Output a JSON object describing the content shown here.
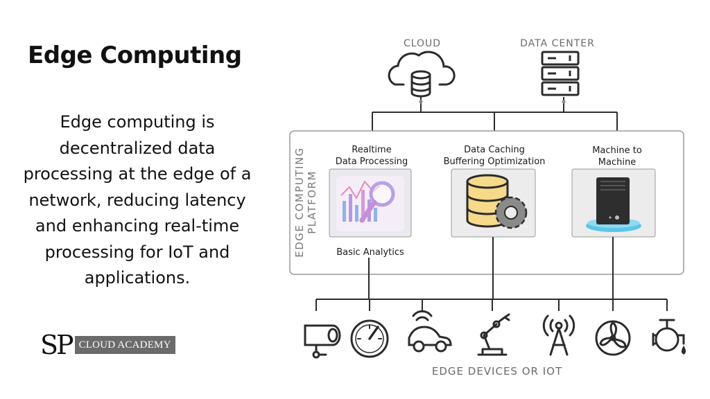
{
  "title": "Edge Computing",
  "description": "Edge computing is decentralized data processing at the edge of a network, reducing latency and enhancing real-time processing for IoT and applications.",
  "logo": {
    "mark": "SP",
    "text": "CLOUD ACADEMY"
  },
  "diagram": {
    "cloud_label": "CLOUD",
    "datacenter_label": "DATA CENTER",
    "platform_line1": "EDGE COMPUTING",
    "platform_line2": "PLATFORM",
    "cards": [
      {
        "line1": "Realtime",
        "line2": "Data Processing",
        "footer": "Basic Analytics"
      },
      {
        "line1": "Data Caching",
        "line2": "Buffering Optimization"
      },
      {
        "line1": "Machine to",
        "line2": "Machine"
      }
    ],
    "devices_label": "EDGE DEVICES OR IOT",
    "device_icons": [
      "camera-icon",
      "gauge-icon",
      "connected-car-icon",
      "robot-arm-icon",
      "antenna-tower-icon",
      "fan-icon",
      "valve-icon"
    ],
    "colors": {
      "line": "#2b2b2b",
      "card_bg": "#ececec",
      "cylinder": "#f6d98a",
      "gear": "#8a8a8a",
      "server": "#2e2e2e",
      "server_base": "#5bc6e8"
    }
  }
}
